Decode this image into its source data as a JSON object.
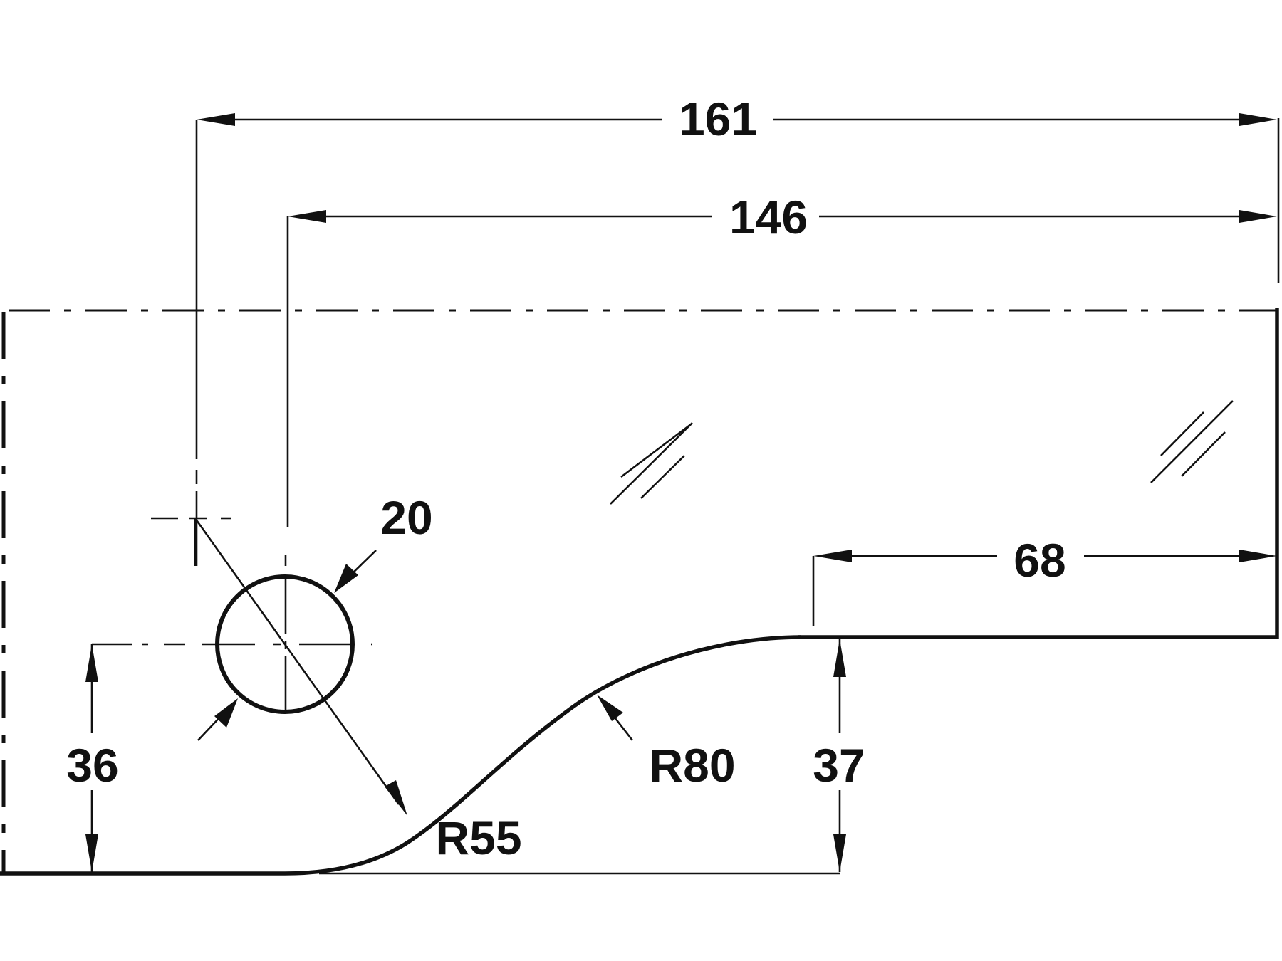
{
  "drawing": {
    "title": "Glass door hinge cut-out dimensions",
    "units": "mm",
    "ink_color": "#111111",
    "background_color": "#ffffff"
  },
  "dimensions": {
    "overall_width": {
      "label": "161",
      "value": 161
    },
    "hole_center_to_edge": {
      "label": "146",
      "value": 146
    },
    "hole_diameter": {
      "label": "20",
      "value": 20
    },
    "notch_length": {
      "label": "68",
      "value": 68
    },
    "hole_height": {
      "label": "36",
      "value": 36
    },
    "notch_depth": {
      "label": "37",
      "value": 37
    },
    "radius_small": {
      "label": "R55",
      "value": 55
    },
    "radius_large": {
      "label": "R80",
      "value": 80
    }
  },
  "symbols": {
    "glass_marks": [
      "glass-hatch-icon",
      "glass-hatch-icon"
    ]
  }
}
